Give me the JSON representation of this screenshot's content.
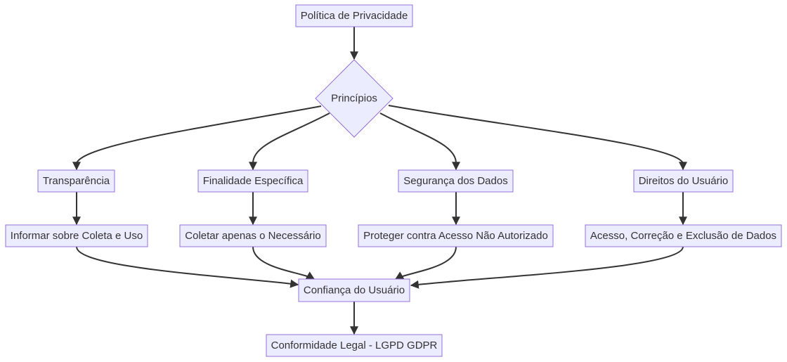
{
  "nodes": {
    "politica": "Política de Privacidade",
    "principios": "Princípios",
    "transparencia": "Transparência",
    "finalidade": "Finalidade Específica",
    "seguranca": "Segurança dos Dados",
    "direitos": "Direitos do Usuário",
    "informar": "Informar sobre Coleta e Uso",
    "coletar": "Coletar apenas o Necessário",
    "proteger": "Proteger contra Acesso Não Autorizado",
    "acesso": "Acesso, Correção e Exclusão de Dados",
    "confianca": "Confiança do Usuário",
    "conformidade": "Conformidade Legal - LGPD GDPR"
  },
  "colors": {
    "node_fill": "#ECECFF",
    "node_stroke": "#9370DB",
    "edge": "#333333",
    "text": "#333333"
  }
}
